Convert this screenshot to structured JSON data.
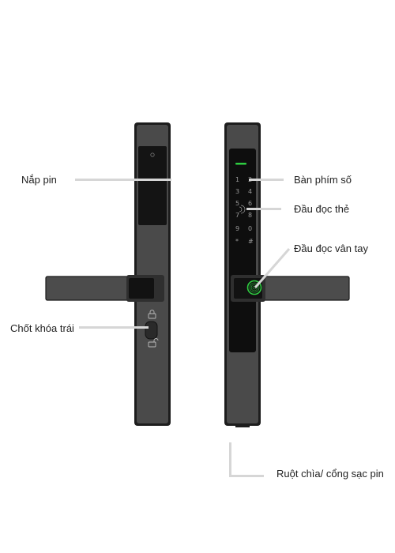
{
  "labels": {
    "battery_cover": "Nắp pin",
    "left_latch": "Chốt khóa trái",
    "keypad": "Bàn phím số",
    "card_reader": "Đầu đọc thẻ",
    "fingerprint_reader": "Đầu đọc vân tay",
    "key_cylinder_charging_port": "Ruột chìa/ cổng sạc pin"
  },
  "keypad_keys": [
    [
      "1",
      "2"
    ],
    [
      "3",
      "4"
    ],
    [
      "5",
      "6"
    ],
    [
      "7",
      "8"
    ],
    [
      "9",
      "0"
    ],
    [
      "*",
      "#"
    ]
  ],
  "colors": {
    "body": "#4a4a4a",
    "body_dark": "#2b2b2b",
    "panel": "#0e0e0e",
    "indicator": "#2ecc40",
    "leader": "#d6d6d6"
  }
}
